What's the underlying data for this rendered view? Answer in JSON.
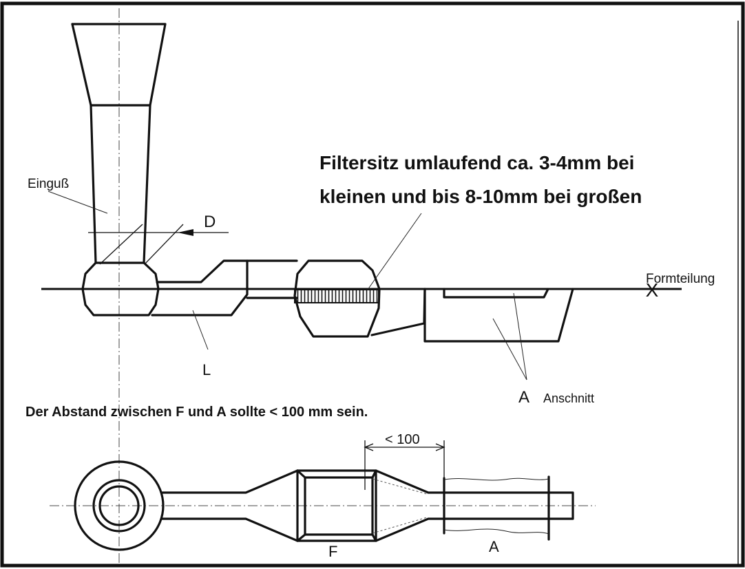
{
  "labels": {
    "einguss": "Einguß",
    "d": "D",
    "formteilung": "Formteilung",
    "x_mark": "X",
    "filter_line1": "Filtersitz  umlaufend  ca.  3-4mm  bei",
    "filter_line2": "kleinen und bis 8-10mm bei großen",
    "l": "L",
    "a_upper": "A",
    "anschnitt": "Anschnitt",
    "distance_note": "Der Abstand zwischen F und A sollte < 100 mm sein.",
    "dim_100": "< 100",
    "f_lower": "F",
    "a_lower": "A"
  },
  "colors": {
    "ink": "#111111",
    "paper": "#ffffff"
  }
}
